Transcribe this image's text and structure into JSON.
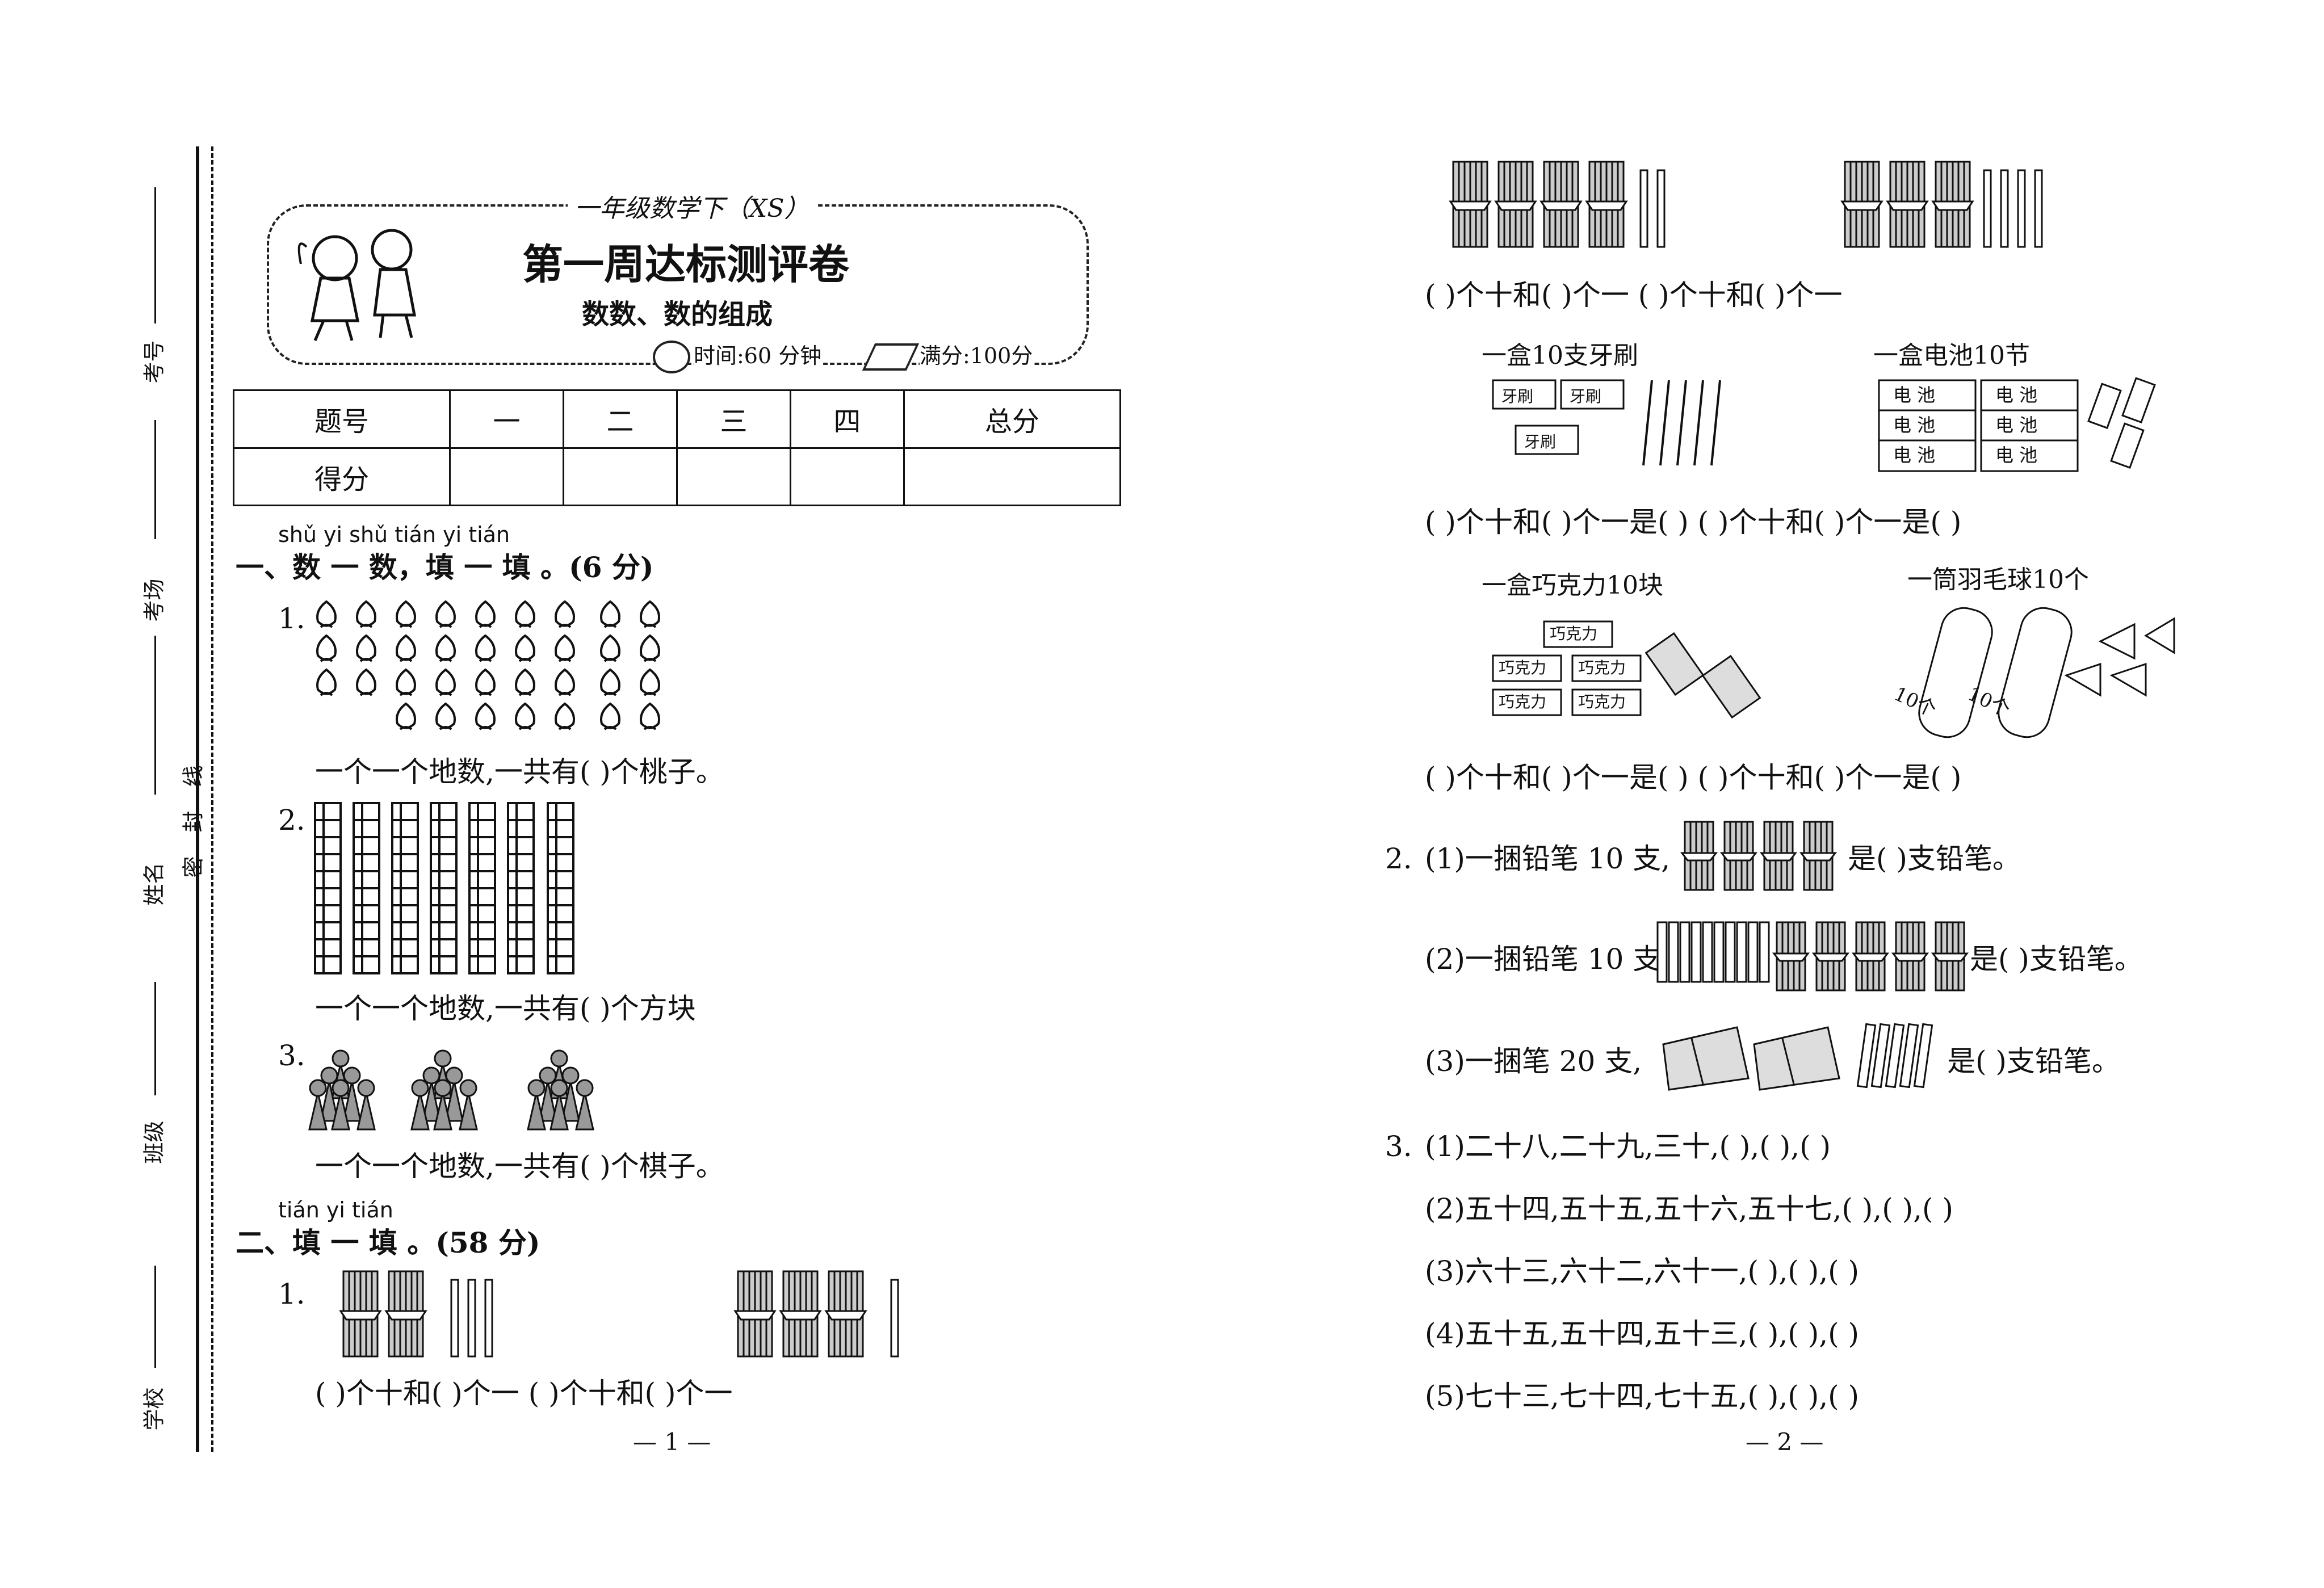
{
  "binding": {
    "field_kaohao": "考号",
    "field_kaochang": "考场",
    "field_xingming": "姓名",
    "seal_xian": "线",
    "seal_feng": "封",
    "seal_mi": "密",
    "field_banji": "班级",
    "field_xuexiao": "学校"
  },
  "header": {
    "series": "一年级数学下（XS）",
    "title": "第一周达标测评卷",
    "subtitle": "数数、数的组成",
    "time": "时间:60 分钟",
    "full_score": "满分:100分"
  },
  "score_table": {
    "header": [
      "题号",
      "一",
      "二",
      "三",
      "四",
      "总分"
    ],
    "row_label": "得分"
  },
  "section1": {
    "pinyin": "shǔ yi shǔ  tián yi tián",
    "title": "一、数 一 数，填 一 填 。(6 分)",
    "q1_num": "1.",
    "q1_text": "一个一个地数,一共有(            )个桃子。",
    "q2_num": "2.",
    "q2_text": "一个一个地数,一共有(            )个方块",
    "q3_num": "3.",
    "q3_text": "一个一个地数,一共有(            )个棋子。"
  },
  "section2": {
    "pinyin": "tián yi tián",
    "title": "二、填 一 填 。(58 分)",
    "q1_num": "1.",
    "q1_row1": "(        )个十和(        )个一    (        )个十和(        )个一",
    "q1_row2": "(        )个十和(        )个一   (        )个十和(        )个一",
    "toothbrush_label": "一盒10支牙刷",
    "toothbrush_box": "牙刷",
    "battery_label": "一盒电池10节",
    "battery_box": "电 池",
    "q1_row3": "(        )个十和(        )个一是(        )  (        )个十和(        )个一是(        )",
    "chocolate_label": "一盒巧克力10块",
    "chocolate_box": "巧克力",
    "shuttle_label": "一筒羽毛球10个",
    "shuttle_tube": "10个",
    "q1_row4": "(        )个十和(        )个一是(        )  (        )个十和(        )个一是(        )"
  },
  "q2": {
    "num": "2.",
    "p1_a": "(1)一捆铅笔 10 支,",
    "p1_b": "是(            )支铅笔。",
    "p2_a": "(2)一捆铅笔 10 支",
    "p2_b": "是(            )支铅笔。",
    "p3_a": "(3)一捆笔 20 支,",
    "p3_b": "是(            )支铅笔。"
  },
  "q3": {
    "num": "3.",
    "items": [
      "(1)二十八,二十九,三十,(            ),(            ),(            )",
      "(2)五十四,五十五,五十六,五十七,(            ),(            ),(            )",
      "(3)六十三,六十二,六十一,(            ),(            ),(            )",
      "(4)五十五,五十四,五十三,(            ),(            ),(            )",
      "(5)七十三,七十四,七十五,(            ),(            ),(            )"
    ]
  },
  "footer": {
    "page1": "— 1 —",
    "page2": "— 2 —"
  }
}
